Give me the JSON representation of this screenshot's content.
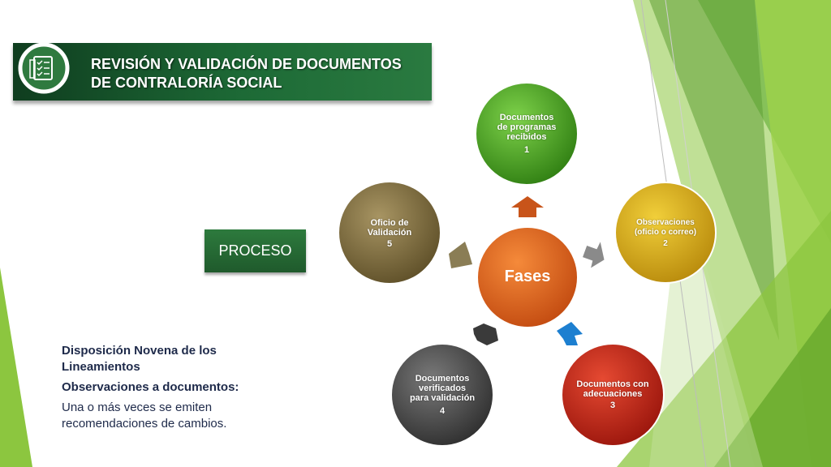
{
  "title": {
    "line1": "REVISIÓN Y VALIDACIÓN DE DOCUMENTOS",
    "line2": "DE CONTRALORÍA SOCIAL",
    "icon": "checklist-icon"
  },
  "proceso_label": "PROCESO",
  "text_block": {
    "heading1_line1": "Disposición Novena de los",
    "heading1_line2": "Lineamientos",
    "heading2": "Observaciones a documentos:",
    "body_line1": "Una o más veces se emiten",
    "body_line2": "recomendaciones de cambios."
  },
  "diagram": {
    "center": "Fases",
    "nodes": [
      {
        "label_lines": [
          "Documentos",
          "de  programas",
          "recibidos"
        ],
        "number": "1",
        "color": "#3f9a1e"
      },
      {
        "label_lines": [
          "Observaciones",
          "(oficio o correo)"
        ],
        "number": "2",
        "color": "#d9a817"
      },
      {
        "label_lines": [
          "Documentos con",
          "adecuaciones"
        ],
        "number": "3",
        "color": "#c42518"
      },
      {
        "label_lines": [
          "Documentos",
          "verificados",
          "para validación"
        ],
        "number": "4",
        "color": "#4a4a4a"
      },
      {
        "label_lines": [
          "Oficio de",
          "Validación"
        ],
        "number": "5",
        "color": "#7d6a3c"
      }
    ],
    "center_color": "#e0661a",
    "arrow_colors": [
      "#c8541a",
      "#8a8a8a",
      "#1d7fd0",
      "#3a3a3a",
      "#8a7d55"
    ]
  },
  "colors": {
    "banner_green": "#1d6a36",
    "accent_green": "#8cc63f",
    "text_navy": "#1e2a4a"
  }
}
